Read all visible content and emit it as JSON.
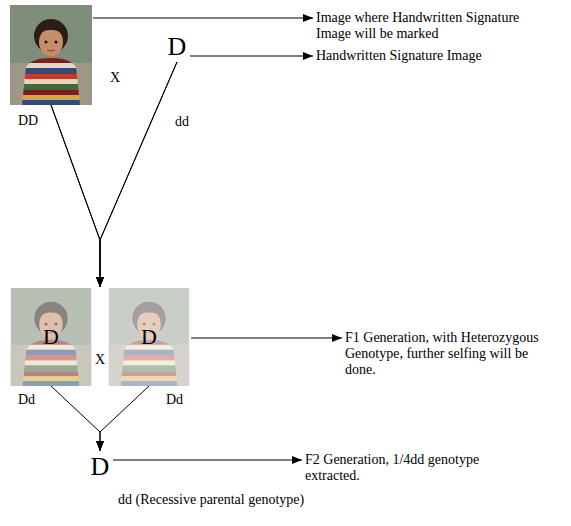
{
  "diagram": {
    "nodes": [
      {
        "text": [
          "DD"
        ]
      },
      {
        "text": [
          "Image where Handwritten Signature Image will be marked"
        ]
      },
      {
        "text": [
          "D",
          "dd"
        ]
      },
      {
        "text": [
          "Handwritten Signature Image"
        ]
      },
      {
        "text": [
          "D",
          "Dd"
        ]
      },
      {
        "text": [
          "D",
          "Dd"
        ]
      },
      {
        "text": [
          "F1 Generation, with Heterozygous Genotype, further selfing will be done."
        ]
      },
      {
        "text": [
          "D",
          "dd (Recessive parental genotype)"
        ]
      },
      {
        "text": [
          "F2 Generation, 1/4dd genotype extracted."
        ]
      }
    ],
    "edges": [
      {
        "from": 0,
        "to": 1,
        "arrow": "to"
      },
      {
        "from": 2,
        "to": 3,
        "arrow": "to"
      },
      {
        "from": 0,
        "to": 4,
        "arrow": "to"
      },
      {
        "from": 0,
        "to": 5,
        "arrow": "to"
      },
      {
        "from": 2,
        "to": 4,
        "arrow": "to"
      },
      {
        "from": 2,
        "to": 5,
        "arrow": "to"
      },
      {
        "from": 5,
        "to": 6,
        "arrow": "to"
      },
      {
        "from": 4,
        "to": 7,
        "arrow": "to"
      },
      {
        "from": 5,
        "to": 7,
        "arrow": "to"
      },
      {
        "from": 7,
        "to": 8,
        "arrow": "to"
      }
    ],
    "labels": [
      "X",
      "X"
    ]
  }
}
